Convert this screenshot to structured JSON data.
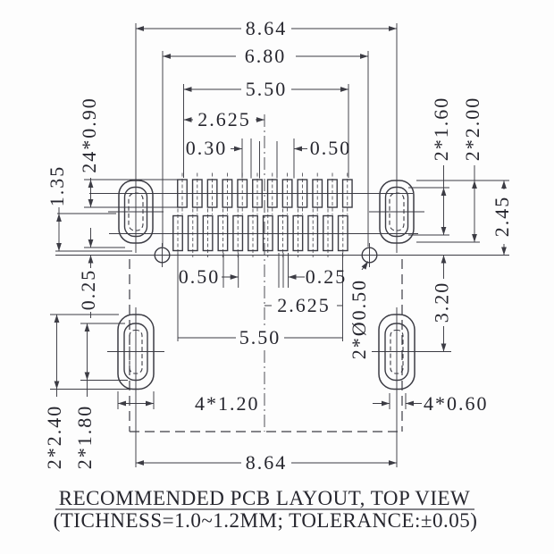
{
  "title_block": {
    "line1": "RECOMMENDED PCB LAYOUT, TOP VIEW",
    "line2": "(TICHNESS=1.0~1.2MM; TOLERANCE:±0.05)"
  },
  "dimensions": {
    "overall_width_top": "8.64",
    "via_span": "6.80",
    "pad_span_top": "5.50",
    "half_span_top": "2.625",
    "pad_width_top": "0.30",
    "pad_pitch_top": "0.50",
    "pad_array_length": "24*0.90",
    "row_gap_left": "1.35",
    "edge_offset_left": "0.25",
    "shell_slot_height_right": "2*1.60",
    "shell_pad_height_right": "2*2.00",
    "shell_to_via_right": "2.45",
    "via_diameter": "2*Ø0.50",
    "via_to_leg_right": "3.20",
    "pad_pitch_bottom": "0.50",
    "center_offset_bottom": "0.25",
    "half_span_bottom": "2.625",
    "pad_span_bottom": "5.50",
    "leg_pad_height_left": "2*2.40",
    "leg_slot_height_left": "2*1.80",
    "leg_pad_width": "4*1.20",
    "leg_slot_width": "4*0.60",
    "overall_width_bottom": "8.64"
  },
  "drawing": {
    "top_row_pad_count": 12,
    "bottom_row_pad_count": 12,
    "mounting_pad_count": 4,
    "via_count": 2,
    "line_color": "#3c3c44",
    "background_color": "#fdfdfd"
  }
}
